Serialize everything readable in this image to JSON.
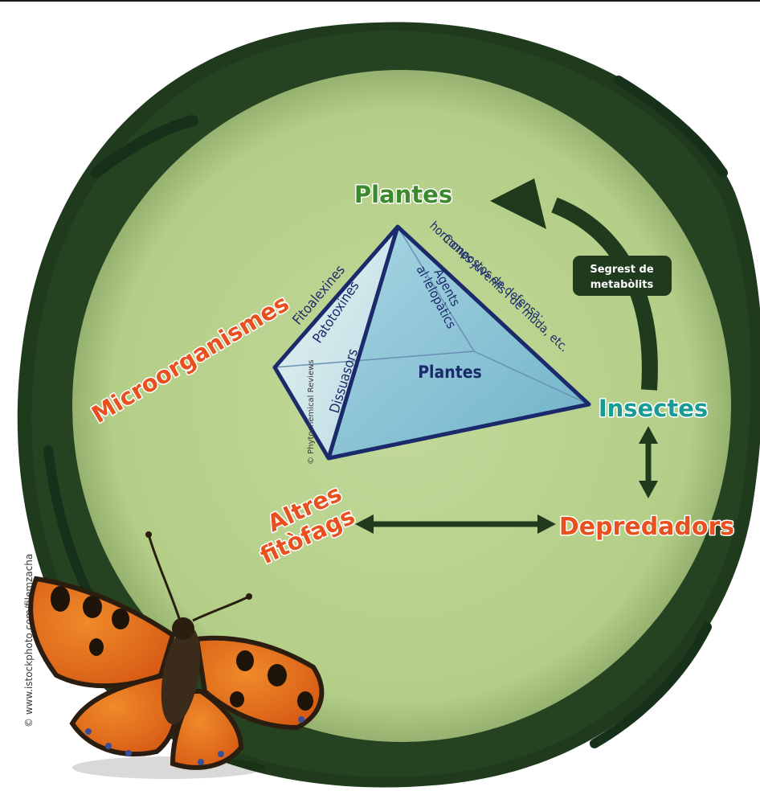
{
  "colors": {
    "background": "#ffffff",
    "ring_dark": "#1f3a1c",
    "disc_fill": "#b5cf8a",
    "pyramid_edge": "#1b2a6b",
    "pyramid_fill": "#8ec5d6",
    "pyramid_light": "#cfe6ea",
    "plantes_green": "#3c8a2e",
    "insectes_teal": "#1a9a94",
    "orange_red": "#e8501f",
    "arrow_dark": "#1f3a1c"
  },
  "labels": {
    "plantes_top": "Plantes",
    "insectes": "Insectes",
    "depredadors": "Depredadors",
    "altres_line1": "Altres",
    "altres_line2": "fitòfags",
    "microorganismes": "Microorganismes"
  },
  "pyramid": {
    "center_label": "Plantes",
    "fitoalexines": "Fitoalexines",
    "patotoxines": "Patotoxines",
    "dissuasors": "Dissuasors",
    "agents_line1": "Agents",
    "agents_line2": "al·lelopàtics",
    "compostos_line1": "Compostos de defensa:",
    "compostos_line2": "hormones juvenils i de muda, etc.",
    "credit": "© Phytochemical Reviews"
  },
  "badge": {
    "line1": "Segrest de",
    "line2": "metabòlits"
  },
  "photo_credit": "© www.istockphoto.com/filemzacha",
  "icons": {
    "butterfly": "butterfly-photo",
    "arrow_curved": "curved-arrow-icon",
    "arrow_double": "double-arrow-icon"
  }
}
